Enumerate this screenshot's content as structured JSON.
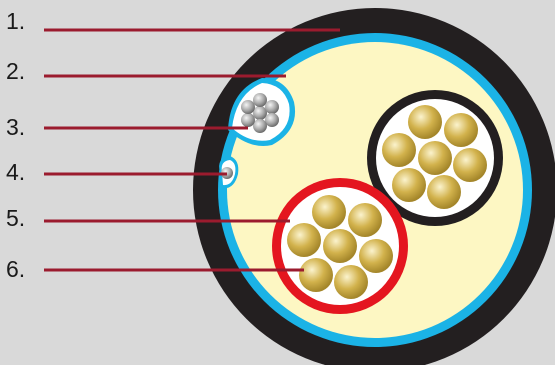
{
  "callouts": [
    {
      "number": "1."
    },
    {
      "number": "2."
    },
    {
      "number": "3."
    },
    {
      "number": "4."
    },
    {
      "number": "5."
    },
    {
      "number": "6."
    }
  ],
  "colors": {
    "background": "#d9d9d9",
    "outer_jacket": "#231f20",
    "blue_sheath": "#1bb3e6",
    "filler": "#fdf7c3",
    "red_insulation": "#e4161f",
    "black_insulation": "#231f20",
    "core_white": "#ffffff",
    "copper_strand": "#c6a634",
    "silver_strand": "#8d8d8d",
    "leader_line": "#9b1b2e"
  }
}
